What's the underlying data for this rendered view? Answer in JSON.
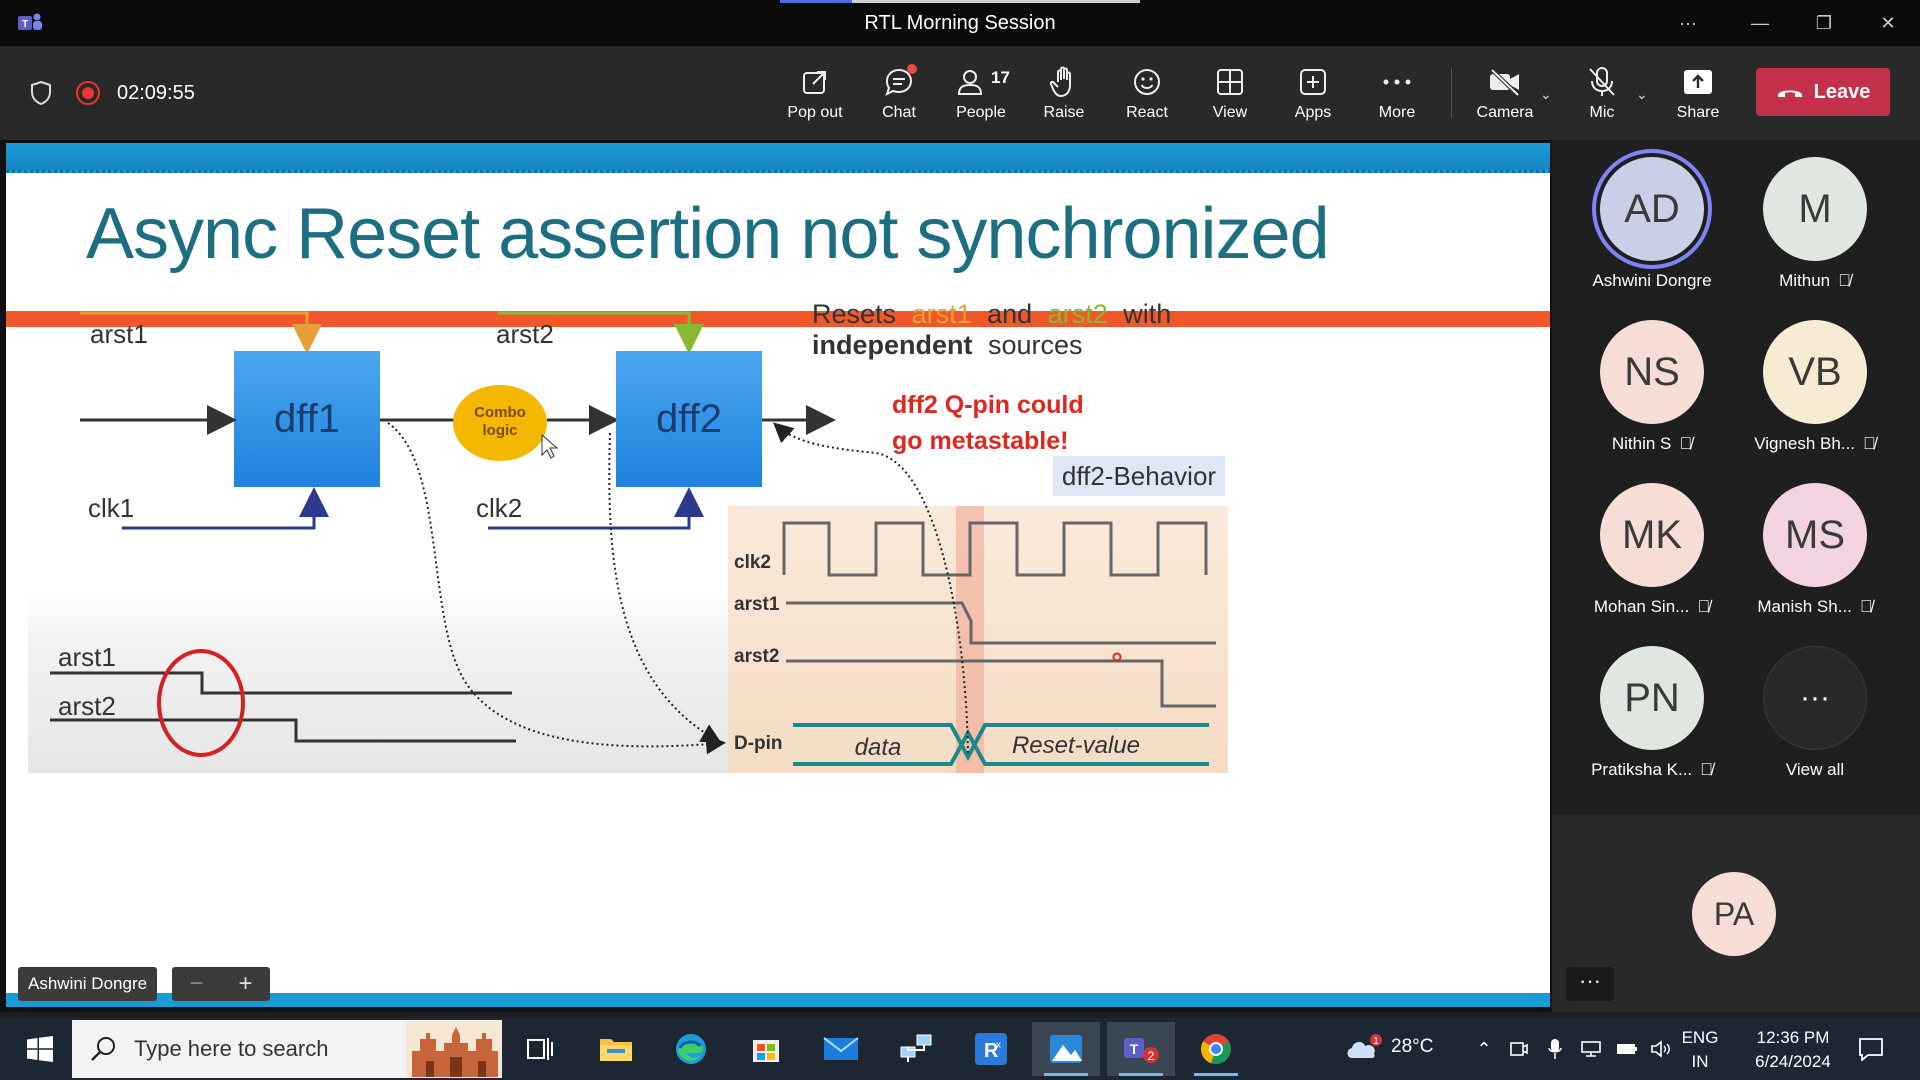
{
  "window": {
    "title": "RTL Morning Session",
    "controls": {
      "more": "···",
      "minimize": "—",
      "maximize": "❐",
      "close": "✕"
    },
    "load_progress_percent": 20
  },
  "toolbar": {
    "timer": "02:09:55",
    "buttons": [
      {
        "id": "popout",
        "label": "Pop out",
        "icon": "popout-icon"
      },
      {
        "id": "chat",
        "label": "Chat",
        "icon": "chat-icon"
      },
      {
        "id": "people",
        "label": "People",
        "count": "17",
        "icon": "people-icon"
      },
      {
        "id": "raise",
        "label": "Raise",
        "icon": "hand-icon"
      },
      {
        "id": "react",
        "label": "React",
        "icon": "smiley-icon"
      },
      {
        "id": "view",
        "label": "View",
        "icon": "grid-icon"
      },
      {
        "id": "apps",
        "label": "Apps",
        "icon": "plus-square-icon"
      },
      {
        "id": "more",
        "label": "More",
        "icon": "ellipsis-icon"
      },
      {
        "id": "camera",
        "label": "Camera",
        "icon": "camera-off-icon"
      },
      {
        "id": "mic",
        "label": "Mic",
        "icon": "mic-off-icon"
      },
      {
        "id": "share",
        "label": "Share",
        "icon": "share-icon"
      }
    ],
    "leave_label": "Leave",
    "leave_color": "#c4314b"
  },
  "slide": {
    "title": "Async Reset assertion not synchronized",
    "labels": {
      "arst1": "arst1",
      "arst2": "arst2",
      "clk1": "clk1",
      "clk2": "clk2",
      "dff1": "dff1",
      "dff2": "dff2",
      "combo_line1": "Combo",
      "combo_line2": "logic",
      "resets_text": "Resets",
      "and_text": "and",
      "with_text": "with",
      "independent": "independent",
      "sources": "sources",
      "warning_line1": "dff2 Q-pin could",
      "warning_line2": "go metastable!",
      "behavior_title": "dff2-Behavior",
      "wave_clk2": "clk2",
      "wave_arst1": "arst1",
      "wave_arst2": "arst2",
      "wave_dpin": "D-pin",
      "wave_data": "data",
      "wave_reset": "Reset-value"
    }
  },
  "presenter_label": "Ashwini Dongre",
  "zoom": {
    "minus": "−",
    "plus": "+"
  },
  "participants": [
    {
      "initials": "AD",
      "name": "Ashwini Dongre",
      "bg": "#c9cfe6",
      "muted": false,
      "speaking": true
    },
    {
      "initials": "M",
      "name": "Mithun",
      "bg": "#dfe7e0",
      "muted": true,
      "speaking": false
    },
    {
      "initials": "NS",
      "name": "Nithin S",
      "bg": "#f6ded7",
      "muted": true,
      "speaking": false
    },
    {
      "initials": "VB",
      "name": "Vignesh Bh...",
      "bg": "#f6ecd3",
      "muted": true,
      "speaking": false
    },
    {
      "initials": "MK",
      "name": "Mohan Sin...",
      "bg": "#f6ded7",
      "muted": true,
      "speaking": false
    },
    {
      "initials": "MS",
      "name": "Manish Sh...",
      "bg": "#f1d3e2",
      "muted": true,
      "speaking": false
    },
    {
      "initials": "PN",
      "name": "Pratiksha K...",
      "bg": "#dfe7e0",
      "muted": true,
      "speaking": false
    },
    {
      "initials": "···",
      "name": "View all",
      "bg": "#292929",
      "muted": false,
      "speaking": false
    }
  ],
  "self": {
    "initials": "PA",
    "more": "···"
  },
  "taskbar": {
    "search_placeholder": "Type here to search",
    "temperature": "28°C",
    "weather_badge": "1",
    "teams_badge": "2",
    "lang_line1": "ENG",
    "lang_line2": "IN",
    "time": "12:36 PM",
    "date": "6/24/2024"
  }
}
